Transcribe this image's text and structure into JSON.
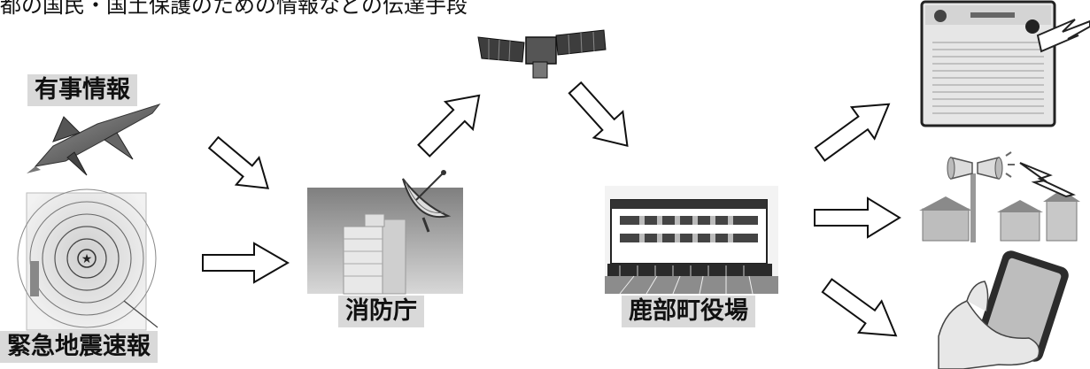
{
  "top_text": "都の国民・国土保護のための情報などの伝達手段",
  "labels": {
    "emergency_info": "有事情報",
    "earthquake_alert": "緊急地震速報",
    "fire_agency": "消防庁",
    "town_office": "鹿部町役場"
  },
  "colors": {
    "label_bg": "#d9d9d9",
    "arrow_stroke": "#111111",
    "arrow_fill": "#ffffff"
  }
}
